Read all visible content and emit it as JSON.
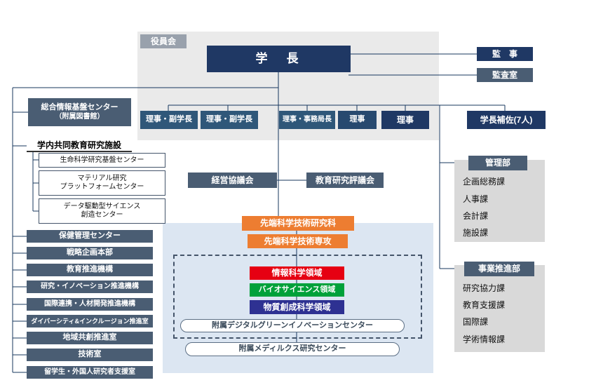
{
  "colors": {
    "navy": "#1F3864",
    "steel": "#2F5779",
    "slate": "#4A5D73",
    "orange": "#ED7D31",
    "red": "#E60012",
    "green": "#00A13A",
    "indigo": "#2E3192",
    "panel_gray": "#EAEAEA",
    "panel_blue": "#DCE6F2",
    "list_gray": "#D9D9D9"
  },
  "top": {
    "board_label": "役員会",
    "president": "学　長",
    "auditor": "監　事",
    "audit_office": "監査室",
    "executives": [
      {
        "label": "理事・副学長"
      },
      {
        "label": "理事・副学長"
      },
      {
        "label": "理事・事務局長"
      },
      {
        "label": "理事"
      },
      {
        "label": "理事"
      }
    ],
    "president_aide": "学長補佐(7人)"
  },
  "left": {
    "info_center": {
      "line1": "総合情報基盤センター",
      "line2": "（附属図書館）"
    },
    "joint_label": "学内共同教育研究施設",
    "joint_centers": [
      {
        "line1": "生命科学研究基盤センター",
        "line2": ""
      },
      {
        "line1": "マテリアル研究",
        "line2": "プラットフォームセンター"
      },
      {
        "line1": "データ駆動型サイエンス",
        "line2": "創造センター"
      }
    ],
    "bars": [
      "保健管理センター",
      "戦略企画本部",
      "教育推進機構",
      "研究・イノベーション推進機構",
      "国際連携・人材開発推進機構",
      "ダイバーシティ&インクルージョン推進室",
      "地域共創推進室",
      "技術室",
      "留学生・外国人研究者支援室"
    ]
  },
  "councils": {
    "management": "経営協議会",
    "education": "教育研究評議会"
  },
  "graduate": {
    "school": "先端科学技術研究科",
    "major": "先端科学技術専攻",
    "areas": [
      {
        "label": "情報科学領域"
      },
      {
        "label": "バイオサイエンス領域"
      },
      {
        "label": "物質創成科学領域"
      }
    ],
    "centers": [
      "附属デジタルグリーンイノベーションセンター",
      "附属メディルクス研究センター"
    ]
  },
  "admin": {
    "title": "管理部",
    "items": [
      "企画総務課",
      "人事課",
      "会計課",
      "施設課"
    ]
  },
  "promotion": {
    "title": "事業推進部",
    "items": [
      "研究協力課",
      "教育支援課",
      "国際課",
      "学術情報課"
    ]
  }
}
